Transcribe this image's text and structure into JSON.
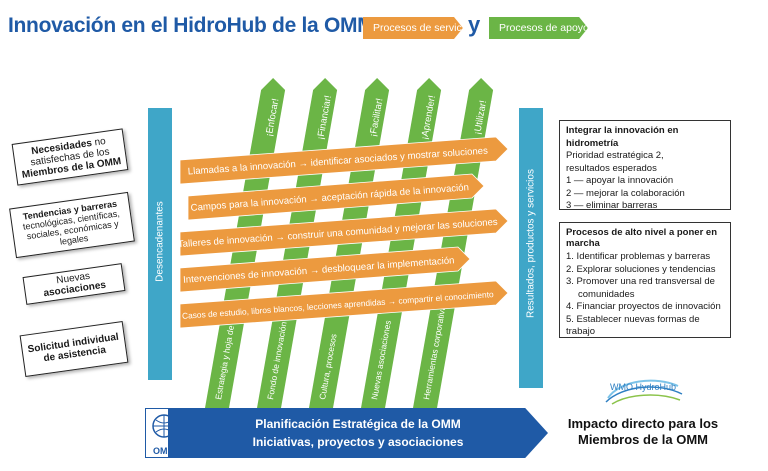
{
  "header": {
    "title": "Innovación en el HidroHub de la OMM",
    "tag_service": "Procesos de servicio",
    "connector": "y",
    "tag_support": "Procesos de apoyo"
  },
  "left_boxes": [
    {
      "bold1": "Necesidades",
      "text": " no satisfechas de los ",
      "bold2": "Miembros de la OMM"
    },
    {
      "bold1": "Tendencias y barreras",
      "text": " tecnológicas, científicas, sociales, económicas y legales",
      "bold2": ""
    },
    {
      "bold1": "",
      "text": "Nuevas ",
      "bold2": "asociaciones"
    },
    {
      "bold1": "Solicitud individual de asistencia",
      "text": "",
      "bold2": ""
    }
  ],
  "left_bar_label": "Desencadenantes",
  "right_bar_label": "Resultados, productos y servicios",
  "green_columns": [
    {
      "top": "¡Enfocar!",
      "bottom": "Estrategia y hoja de ruta"
    },
    {
      "top": "¡Financiar!",
      "bottom": "Fondo de innovación"
    },
    {
      "top": "¡Facilitar!",
      "bottom": "Cultura, procesos"
    },
    {
      "top": "¡Aprender!",
      "bottom": "Nuevas asociaciones"
    },
    {
      "top": "¡Utilizar!",
      "bottom": "Herramientas corporativas"
    }
  ],
  "orange_rows": [
    "Llamadas a la innovación → identificar asociados y mostrar soluciones",
    "Campos para la innovación → aceptación rápida de la innovación",
    "Talleres de innovación → construir una comunidad y mejorar las soluciones",
    "Intervenciones de innovación → desbloquear la implementación",
    "Casos de estudio, libros blancos, lecciones aprendidas → compartir el conocimiento"
  ],
  "right_box1": {
    "heading": "Integrar la innovación en hidrometría",
    "lines": [
      "Prioridad estratégica 2,",
      "resultados esperados",
      "1 — apoyar la innovación",
      "2 — mejorar la colaboración",
      "3 — eliminar barreras"
    ]
  },
  "right_box2": {
    "heading": "Procesos de alto nivel a poner en marcha",
    "items": [
      "1. Identificar problemas y barreras",
      "2. Explorar soluciones y tendencias",
      "3. Promover una red transversal de",
      "comunidades",
      "4. Financiar proyectos de innovación",
      "5. Establecer nuevas formas de trabajo"
    ]
  },
  "bottom": {
    "line1": "Planificación Estratégica de la OMM",
    "line2": "Iniciativas, proyectos y asociaciones",
    "impact": "Impacto directo para los Miembros de la OMM",
    "omm_label": "OMM",
    "hydrohub_label": "WMO HydroHub"
  },
  "colors": {
    "blue": "#1f5aa6",
    "orange": "#ec9a3f",
    "green": "#6bb546",
    "teal": "#3fa6c8"
  }
}
